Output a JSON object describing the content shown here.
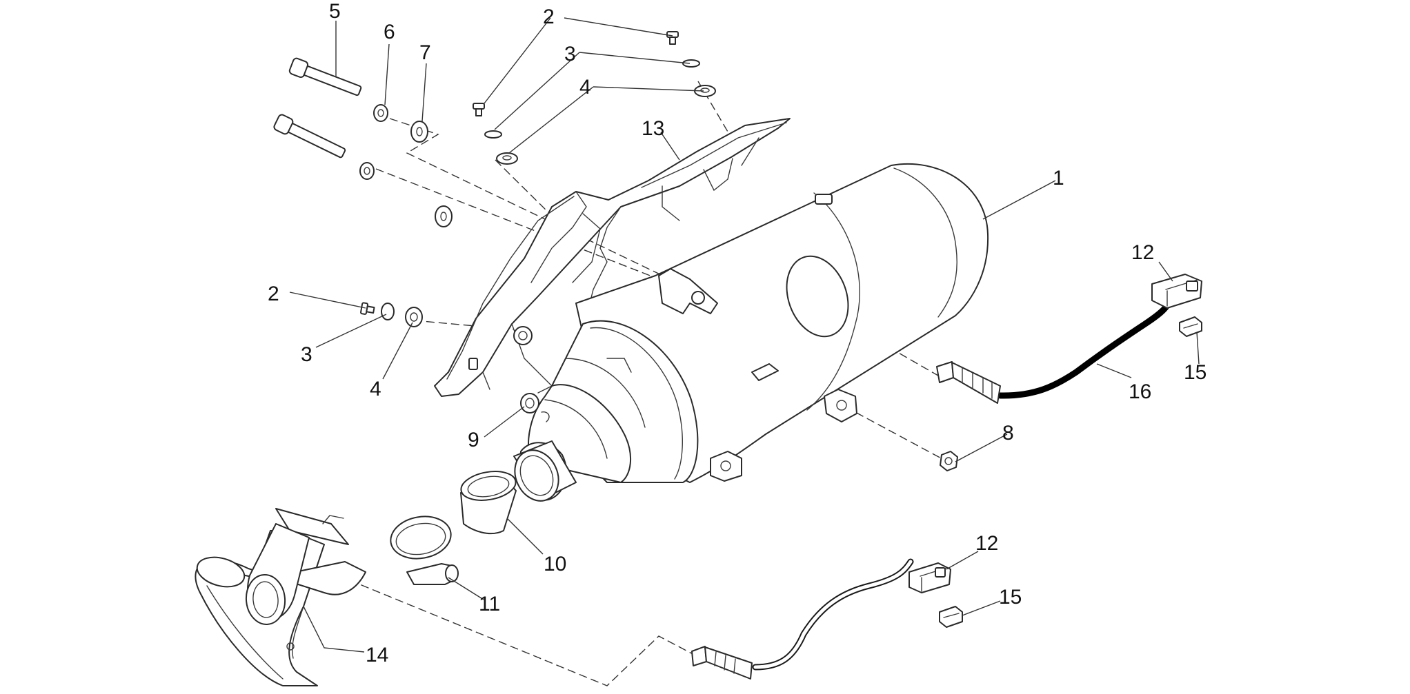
{
  "diagram": {
    "labels": {
      "c1": "1",
      "c2a": "2",
      "c2b": "2",
      "c3a": "3",
      "c3b": "3",
      "c4a": "4",
      "c4b": "4",
      "c5": "5",
      "c6": "6",
      "c7": "7",
      "c8": "8",
      "c9": "9",
      "c10": "10",
      "c11": "11",
      "c12a": "12",
      "c12b": "12",
      "c13": "13",
      "c14": "14",
      "c15a": "15",
      "c15b": "15",
      "c16": "16"
    }
  }
}
